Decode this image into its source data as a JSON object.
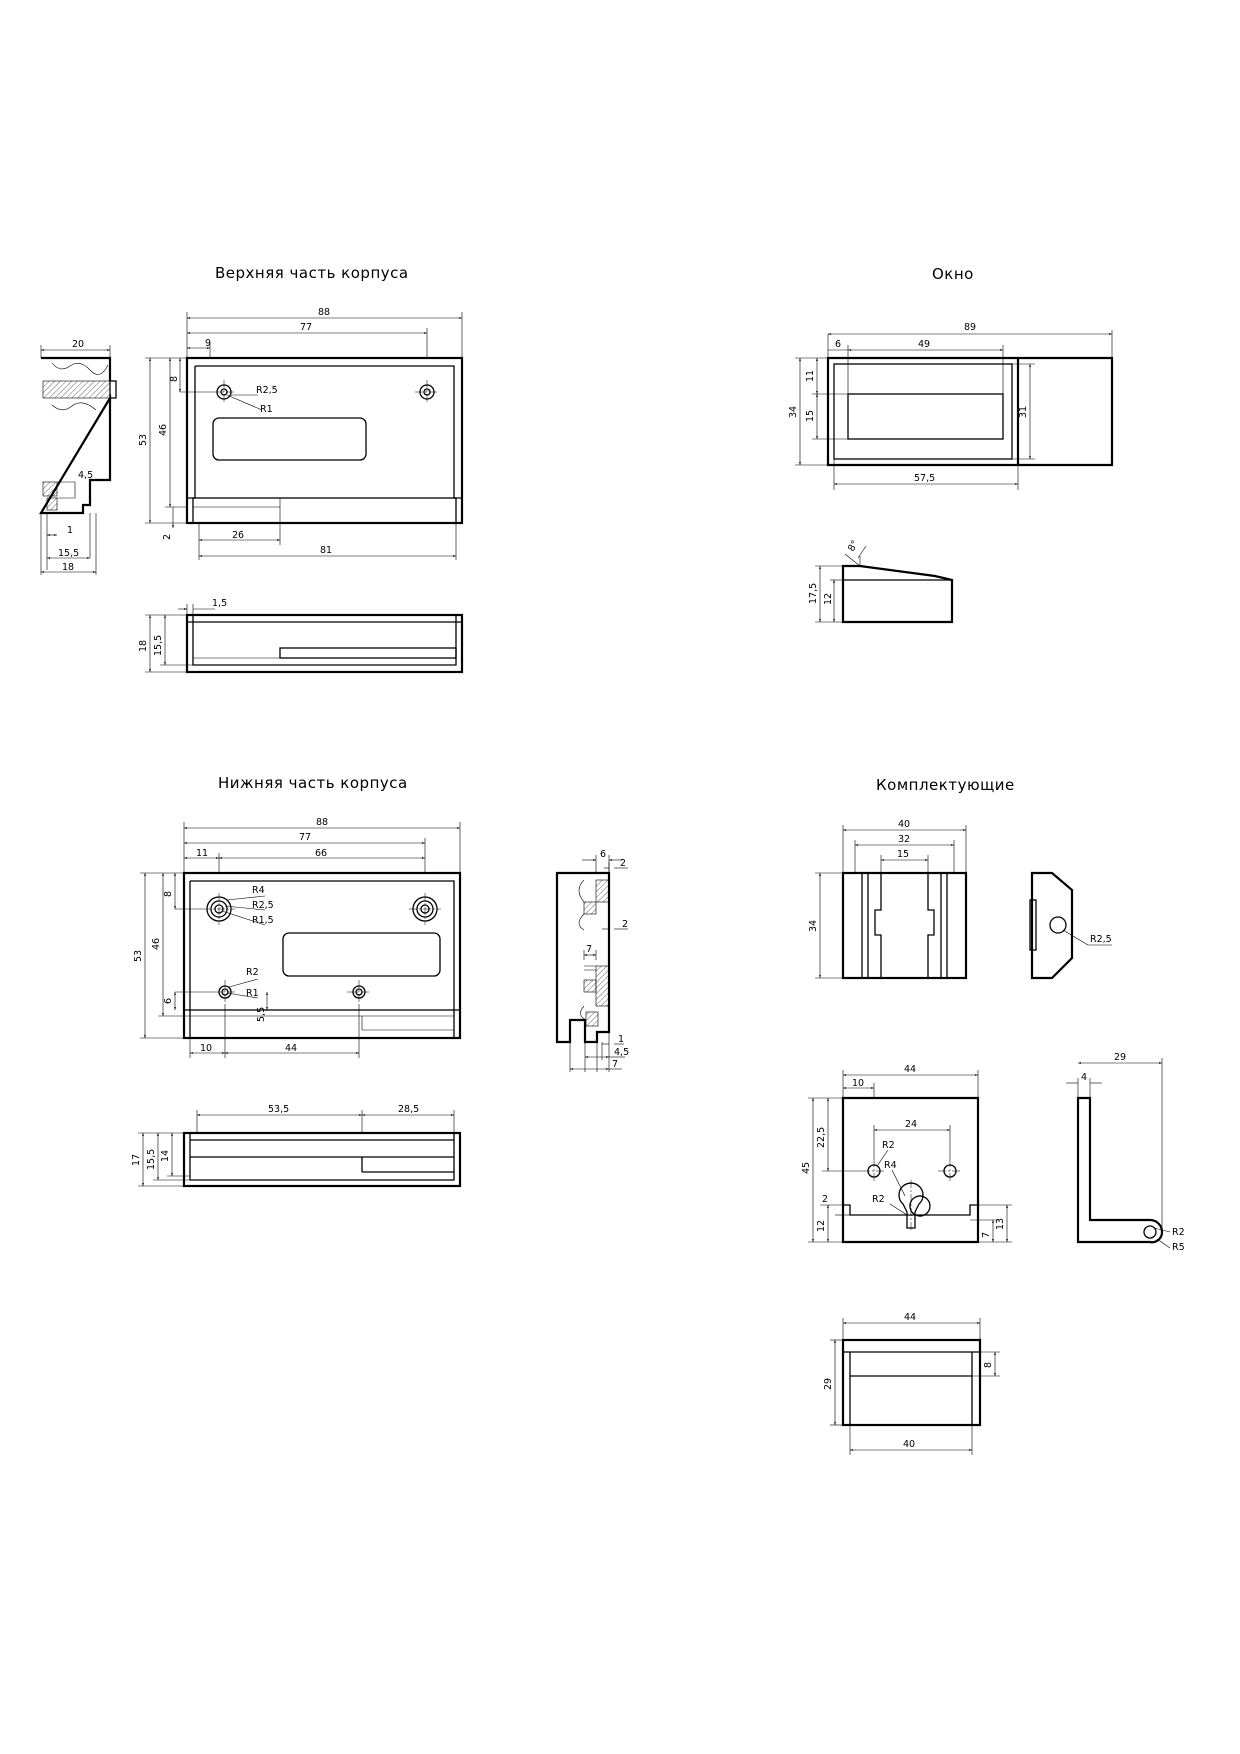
{
  "titles": {
    "upper_body": "Верхняя часть корпуса",
    "window": "Окно",
    "lower_body": "Нижняя часть корпуса",
    "components": "Комплектующие"
  },
  "upper": {
    "side": {
      "d20": "20",
      "d4_5": "4,5",
      "d1": "1",
      "d15_5": "15,5",
      "d18": "18"
    },
    "front": {
      "d88": "88",
      "d77": "77",
      "d9": "9",
      "d8": "8",
      "d53": "53",
      "d46": "46",
      "d2": "2",
      "d26": "26",
      "d81": "81",
      "r2_5": "R2,5",
      "r1": "R1"
    },
    "bottom": {
      "d1_5": "1,5",
      "d18": "18",
      "d15_5": "15,5"
    }
  },
  "window": {
    "front": {
      "d89": "89",
      "d6": "6",
      "d49": "49",
      "d34": "34",
      "d11": "11",
      "d15": "15",
      "d31": "31",
      "d57_5": "57,5"
    },
    "side": {
      "angle": "8°",
      "d17_5": "17,5",
      "d12": "12"
    }
  },
  "lower": {
    "front": {
      "d88": "88",
      "d77": "77",
      "d11": "11",
      "d66": "66",
      "d8": "8",
      "d53": "53",
      "d46": "46",
      "d6": "6",
      "d5_5": "5,5",
      "d10": "10",
      "d44": "44",
      "r4": "R4",
      "r2_5": "R2,5",
      "r1_5": "R1,5",
      "r2": "R2",
      "r1": "R1"
    },
    "section": {
      "d6": "6",
      "d2a": "2",
      "d2b": "2",
      "d7a": "7",
      "d1": "1",
      "d4_5": "4,5",
      "d7b": "7"
    },
    "bottom": {
      "d53_5": "53,5",
      "d28_5": "28,5",
      "d17": "17",
      "d15_5": "15,5",
      "d14": "14"
    }
  },
  "components": {
    "clip": {
      "d40": "40",
      "d32": "32",
      "d15": "15",
      "d34": "34"
    },
    "clip_side": {
      "r2_5": "R2,5"
    },
    "bracket": {
      "d44": "44",
      "d10": "10",
      "d24": "24",
      "d22_5": "22,5",
      "d45": "45",
      "d2": "2",
      "d12": "12",
      "d13": "13",
      "d7": "7",
      "r2": "R2",
      "r4": "R4",
      "r2b": "R2"
    },
    "bracket_side": {
      "d29": "29",
      "d4": "4",
      "r2": "R2",
      "r5": "R5"
    },
    "bracket_top": {
      "d44": "44",
      "d29": "29",
      "d8": "8",
      "d40": "40"
    }
  }
}
